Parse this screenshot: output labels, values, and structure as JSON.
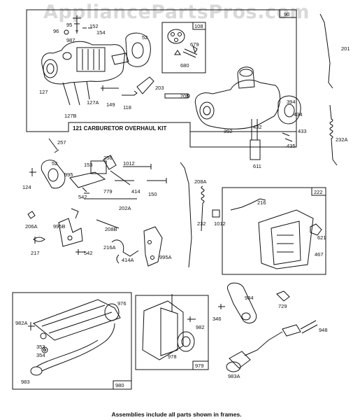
{
  "watermark": "AppliancePartsPros.com",
  "footer": "Assemblies include all parts shown in frames.",
  "kit_title": "121  CARBURETOR OVERHAUL KIT",
  "frames": {
    "f90": "90",
    "f108": "108",
    "f222": "222",
    "f980": "980",
    "f979": "979"
  },
  "labels": {
    "l95": "95",
    "l96": "96",
    "l152": "152",
    "l154": "154",
    "l987": "987",
    "l52a": "52",
    "l127": "127",
    "l127a": "127A",
    "l127b": "127B",
    "l149": "149",
    "l118": "118",
    "l203": "203",
    "l205": "205",
    "l679": "679",
    "l680": "680",
    "l201": "201",
    "l394": "394",
    "l434": "434",
    "l433": "433",
    "l435": "435",
    "l392": "392",
    "l432": "432",
    "l611": "611",
    "l232a": "232A",
    "l257": "257",
    "l52b": "52",
    "l124": "124",
    "l995": "995",
    "l153": "153",
    "l256": "256",
    "l1012a": "1012",
    "l779": "779",
    "l414": "414",
    "l150": "150",
    "l542a": "542",
    "l208a": "208A",
    "l202a": "202A",
    "l206a": "206A",
    "l995b": "995B",
    "l208b": "208B",
    "l217": "217",
    "l542b": "542",
    "l216a": "216A",
    "l414a": "414A",
    "l995a": "995A",
    "l232": "232",
    "l1012b": "1012",
    "l216": "216",
    "l621": "621",
    "l467": "467",
    "l976a": "976",
    "l982a": "982A",
    "l353": "353",
    "l354": "354",
    "l983": "983",
    "l982": "982",
    "l978": "978",
    "l346": "346",
    "l984": "984",
    "l729": "729",
    "l948": "948",
    "l983a": "983A"
  }
}
